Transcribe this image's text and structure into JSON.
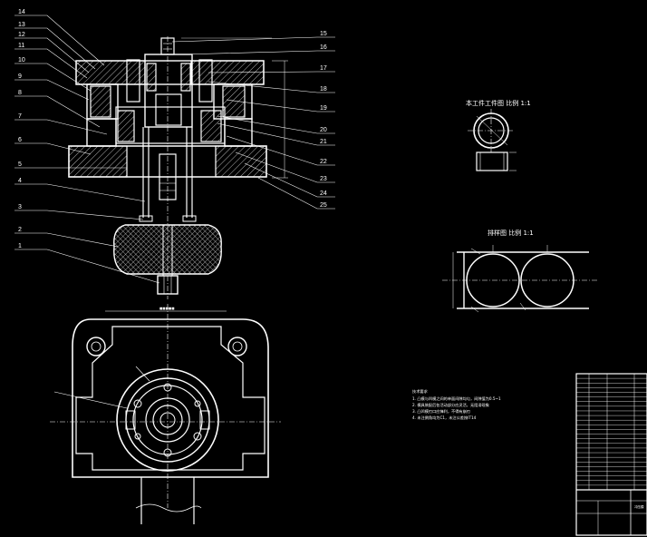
{
  "balloons_left": [
    "14",
    "13",
    "12",
    "11",
    "10",
    "9",
    "8",
    "7",
    "6",
    "5",
    "4",
    "3",
    "2",
    "1"
  ],
  "balloons_right": [
    "15",
    "16",
    "17",
    "18",
    "19",
    "20",
    "21",
    "22",
    "23",
    "24",
    "25"
  ],
  "workpiece_caption": "本工件工件图   比例 1:1",
  "layout_caption": "排样图   比例 1:1",
  "tech_notes": {
    "heading": "技术要求",
    "lines": [
      "1. 凸模与凹模之间的单面间隙均匀，间隙值为0.5~1",
      "2. 模具装配后各活动部分应灵活，无阻滞现象",
      "3. 凸凹模刃口应锋利，不得有崩刃",
      "4. 未注倒角均为C1，未注公差按IT14"
    ]
  },
  "title_block": {
    "drawing_name": "冲压模",
    "row_count": 25
  }
}
